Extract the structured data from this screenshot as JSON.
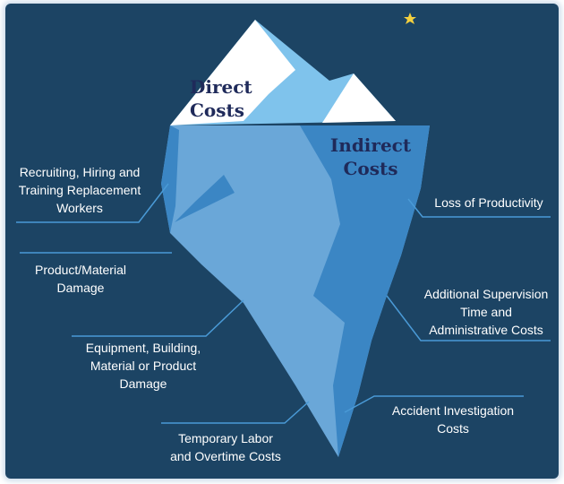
{
  "diagram": {
    "direct_title": "Direct\nCosts",
    "indirect_title": "Indirect\nCosts",
    "labels": {
      "recruiting": "Recruiting, Hiring and\nTraining Replacement\nWorkers",
      "product_damage": "Product/Material\nDamage",
      "equipment_damage": "Equipment, Building,\nMaterial or Product\nDamage",
      "temporary_labor": "Temporary Labor\nand Overtime Costs",
      "productivity": "Loss of Productivity",
      "supervision": "Additional Supervision\nTime and\nAdministrative Costs",
      "investigation": "Accident Investigation\nCosts"
    },
    "colors": {
      "background": "#1c4464",
      "tip_white": "#ffffff",
      "tip_light": "#7fc3ec",
      "berg_light": "#6aa7d8",
      "berg_dark": "#3b86c4",
      "leader_line": "#4a9ad6",
      "star": "#f4d03f"
    }
  }
}
